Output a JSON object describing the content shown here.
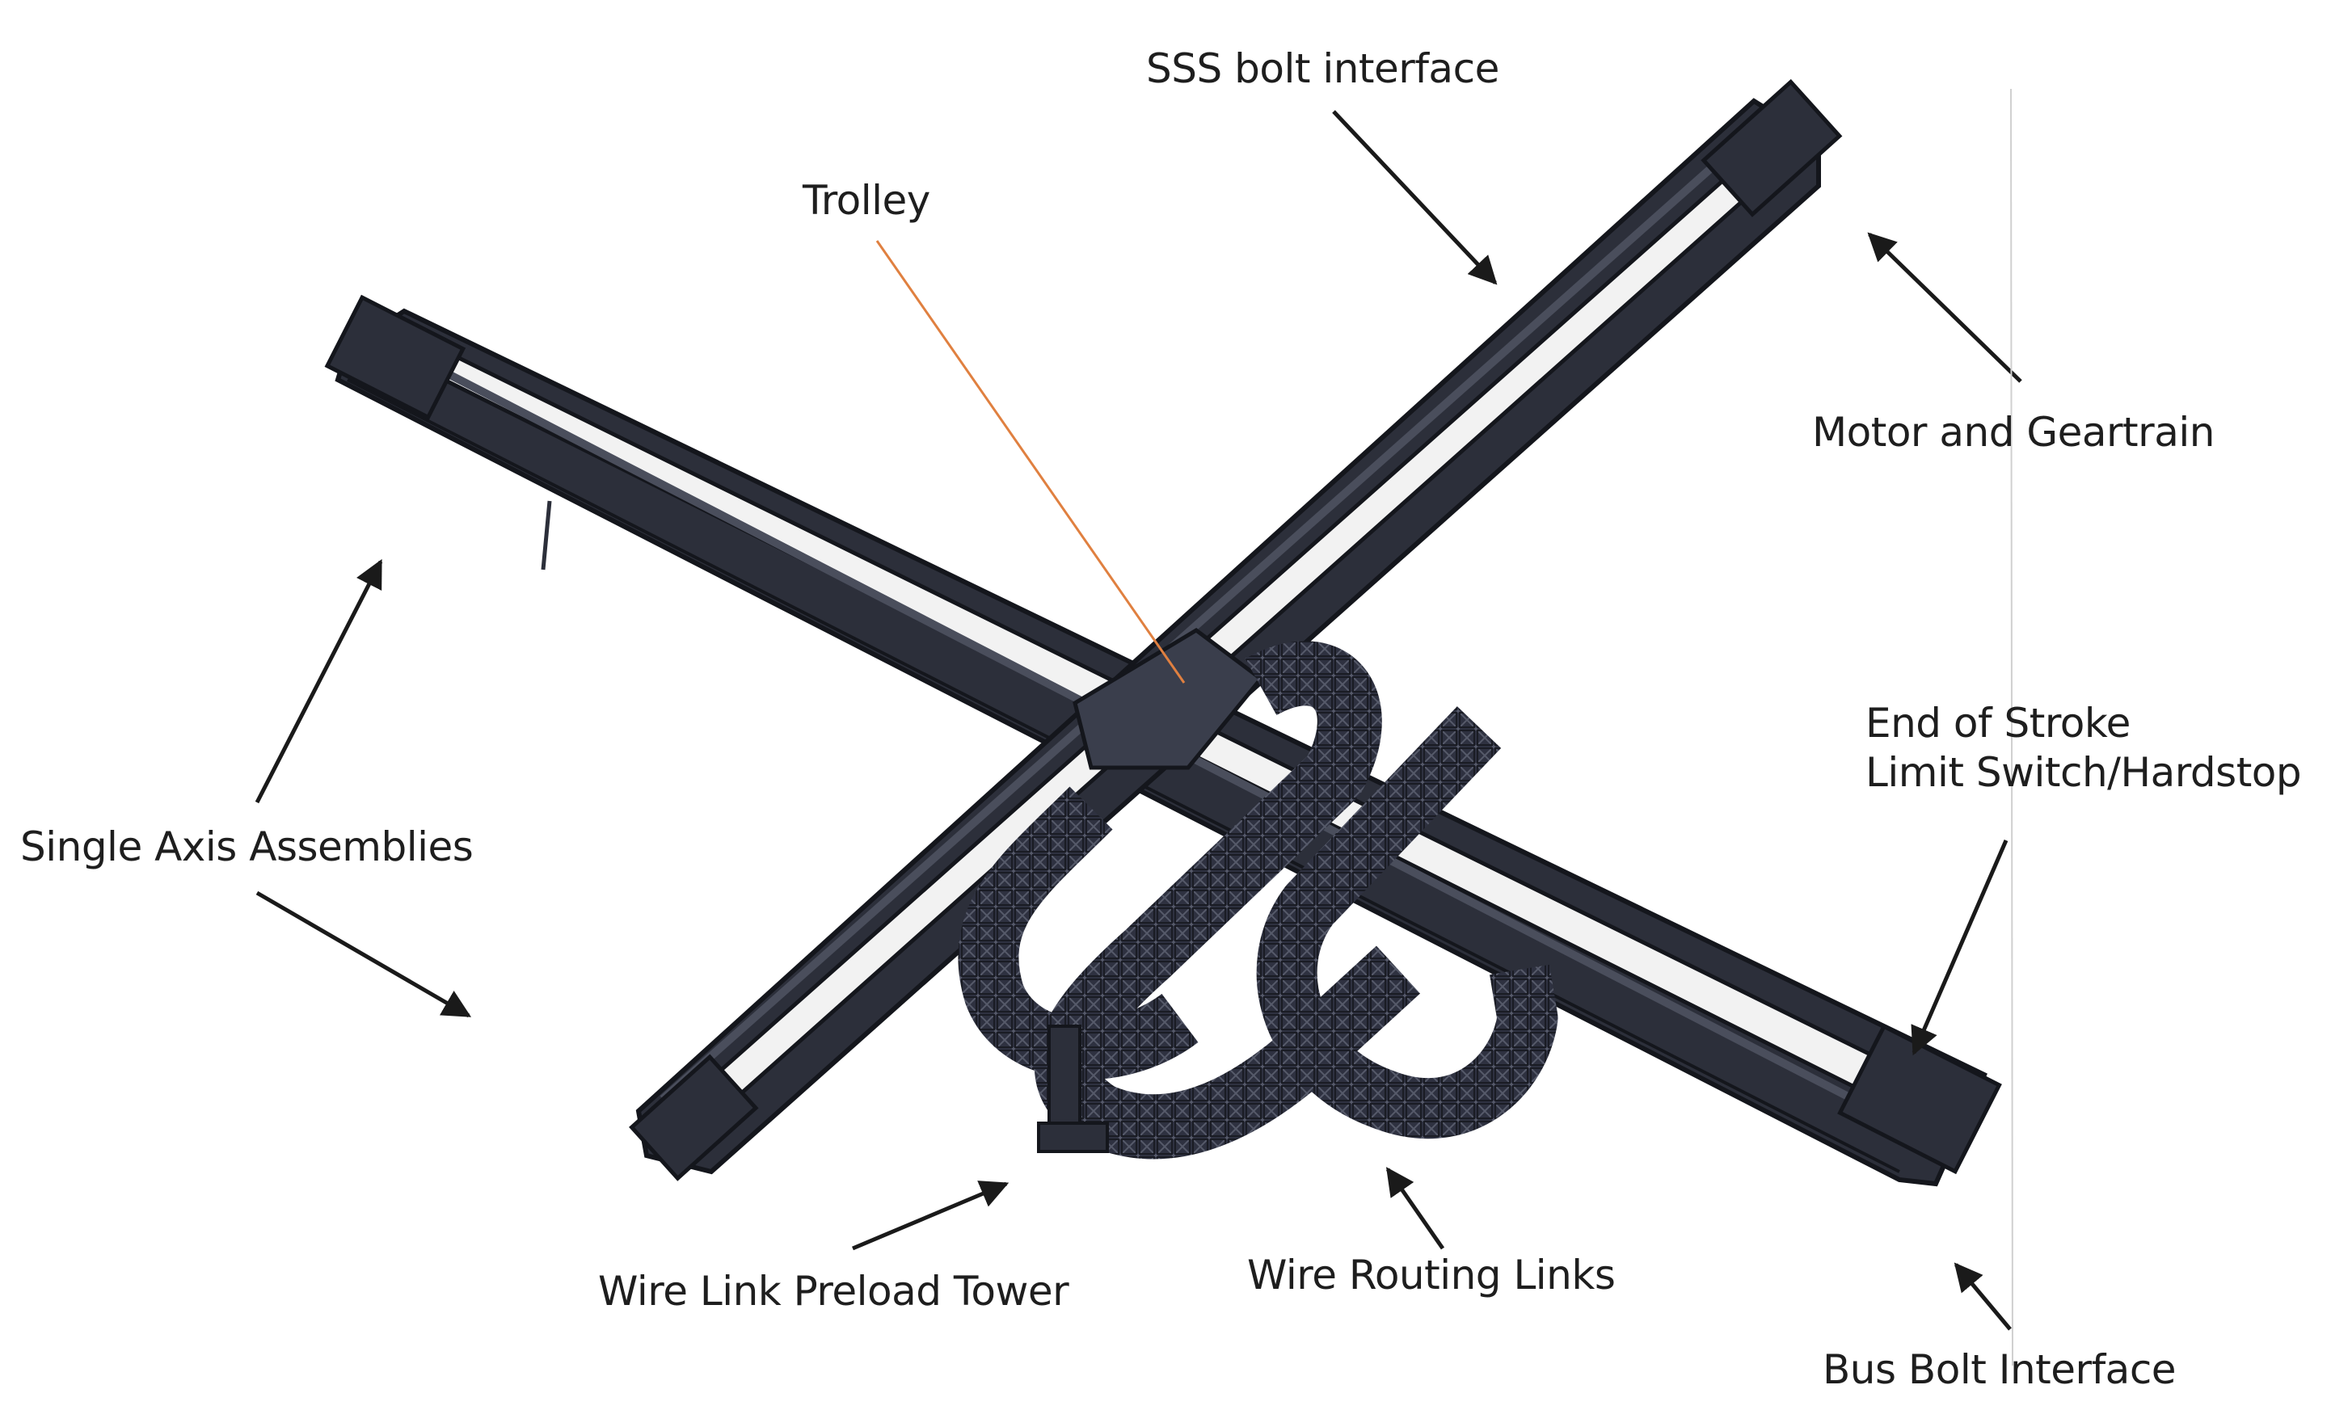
{
  "diagram": {
    "colors": {
      "structure": "#2c2f3a",
      "structure_light": "#4a4e5c",
      "edge": "#14161c",
      "arrow": "#1a1a1a",
      "pointer": "#e08040",
      "background": "#ffffff"
    },
    "labels": {
      "sss_bolt": "SSS bolt interface",
      "trolley": "Trolley",
      "motor": "Motor and Geartrain",
      "end_stroke_line1": "End of Stroke",
      "end_stroke_line2": "Limit Switch/Hardstop",
      "single_axis": "Single Axis Assemblies",
      "wire_tower": "Wire Link Preload Tower",
      "wire_routing": "Wire Routing Links",
      "bus_bolt": "Bus Bolt Interface"
    }
  }
}
